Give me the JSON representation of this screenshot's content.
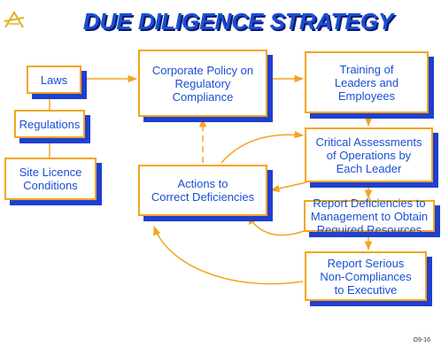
{
  "title": "DUE DILIGENCE STRATEGY",
  "logo_icon": "a-logo-icon",
  "slide_code": "O9-16",
  "colors": {
    "title": "#1a4fd4",
    "border": "#f2a51f",
    "shadow": "#1f3fd0",
    "arrow": "#f2a51f"
  },
  "boxes": {
    "laws": "Laws",
    "regulations": "Regulations",
    "site_licence": "Site Licence\nConditions",
    "corporate_policy": "Corporate Policy on\nRegulatory\nCompliance",
    "training": "Training of\nLeaders and\nEmployees",
    "assessments": "Critical Assessments\nof Operations by\nEach Leader",
    "actions": "Actions to\nCorrect Deficiencies",
    "report_deficiencies": "Report Deficiencies to\nManagement to Obtain\nRequired Resources",
    "report_serious": "Report Serious\nNon-Compliances\nto Executive"
  }
}
